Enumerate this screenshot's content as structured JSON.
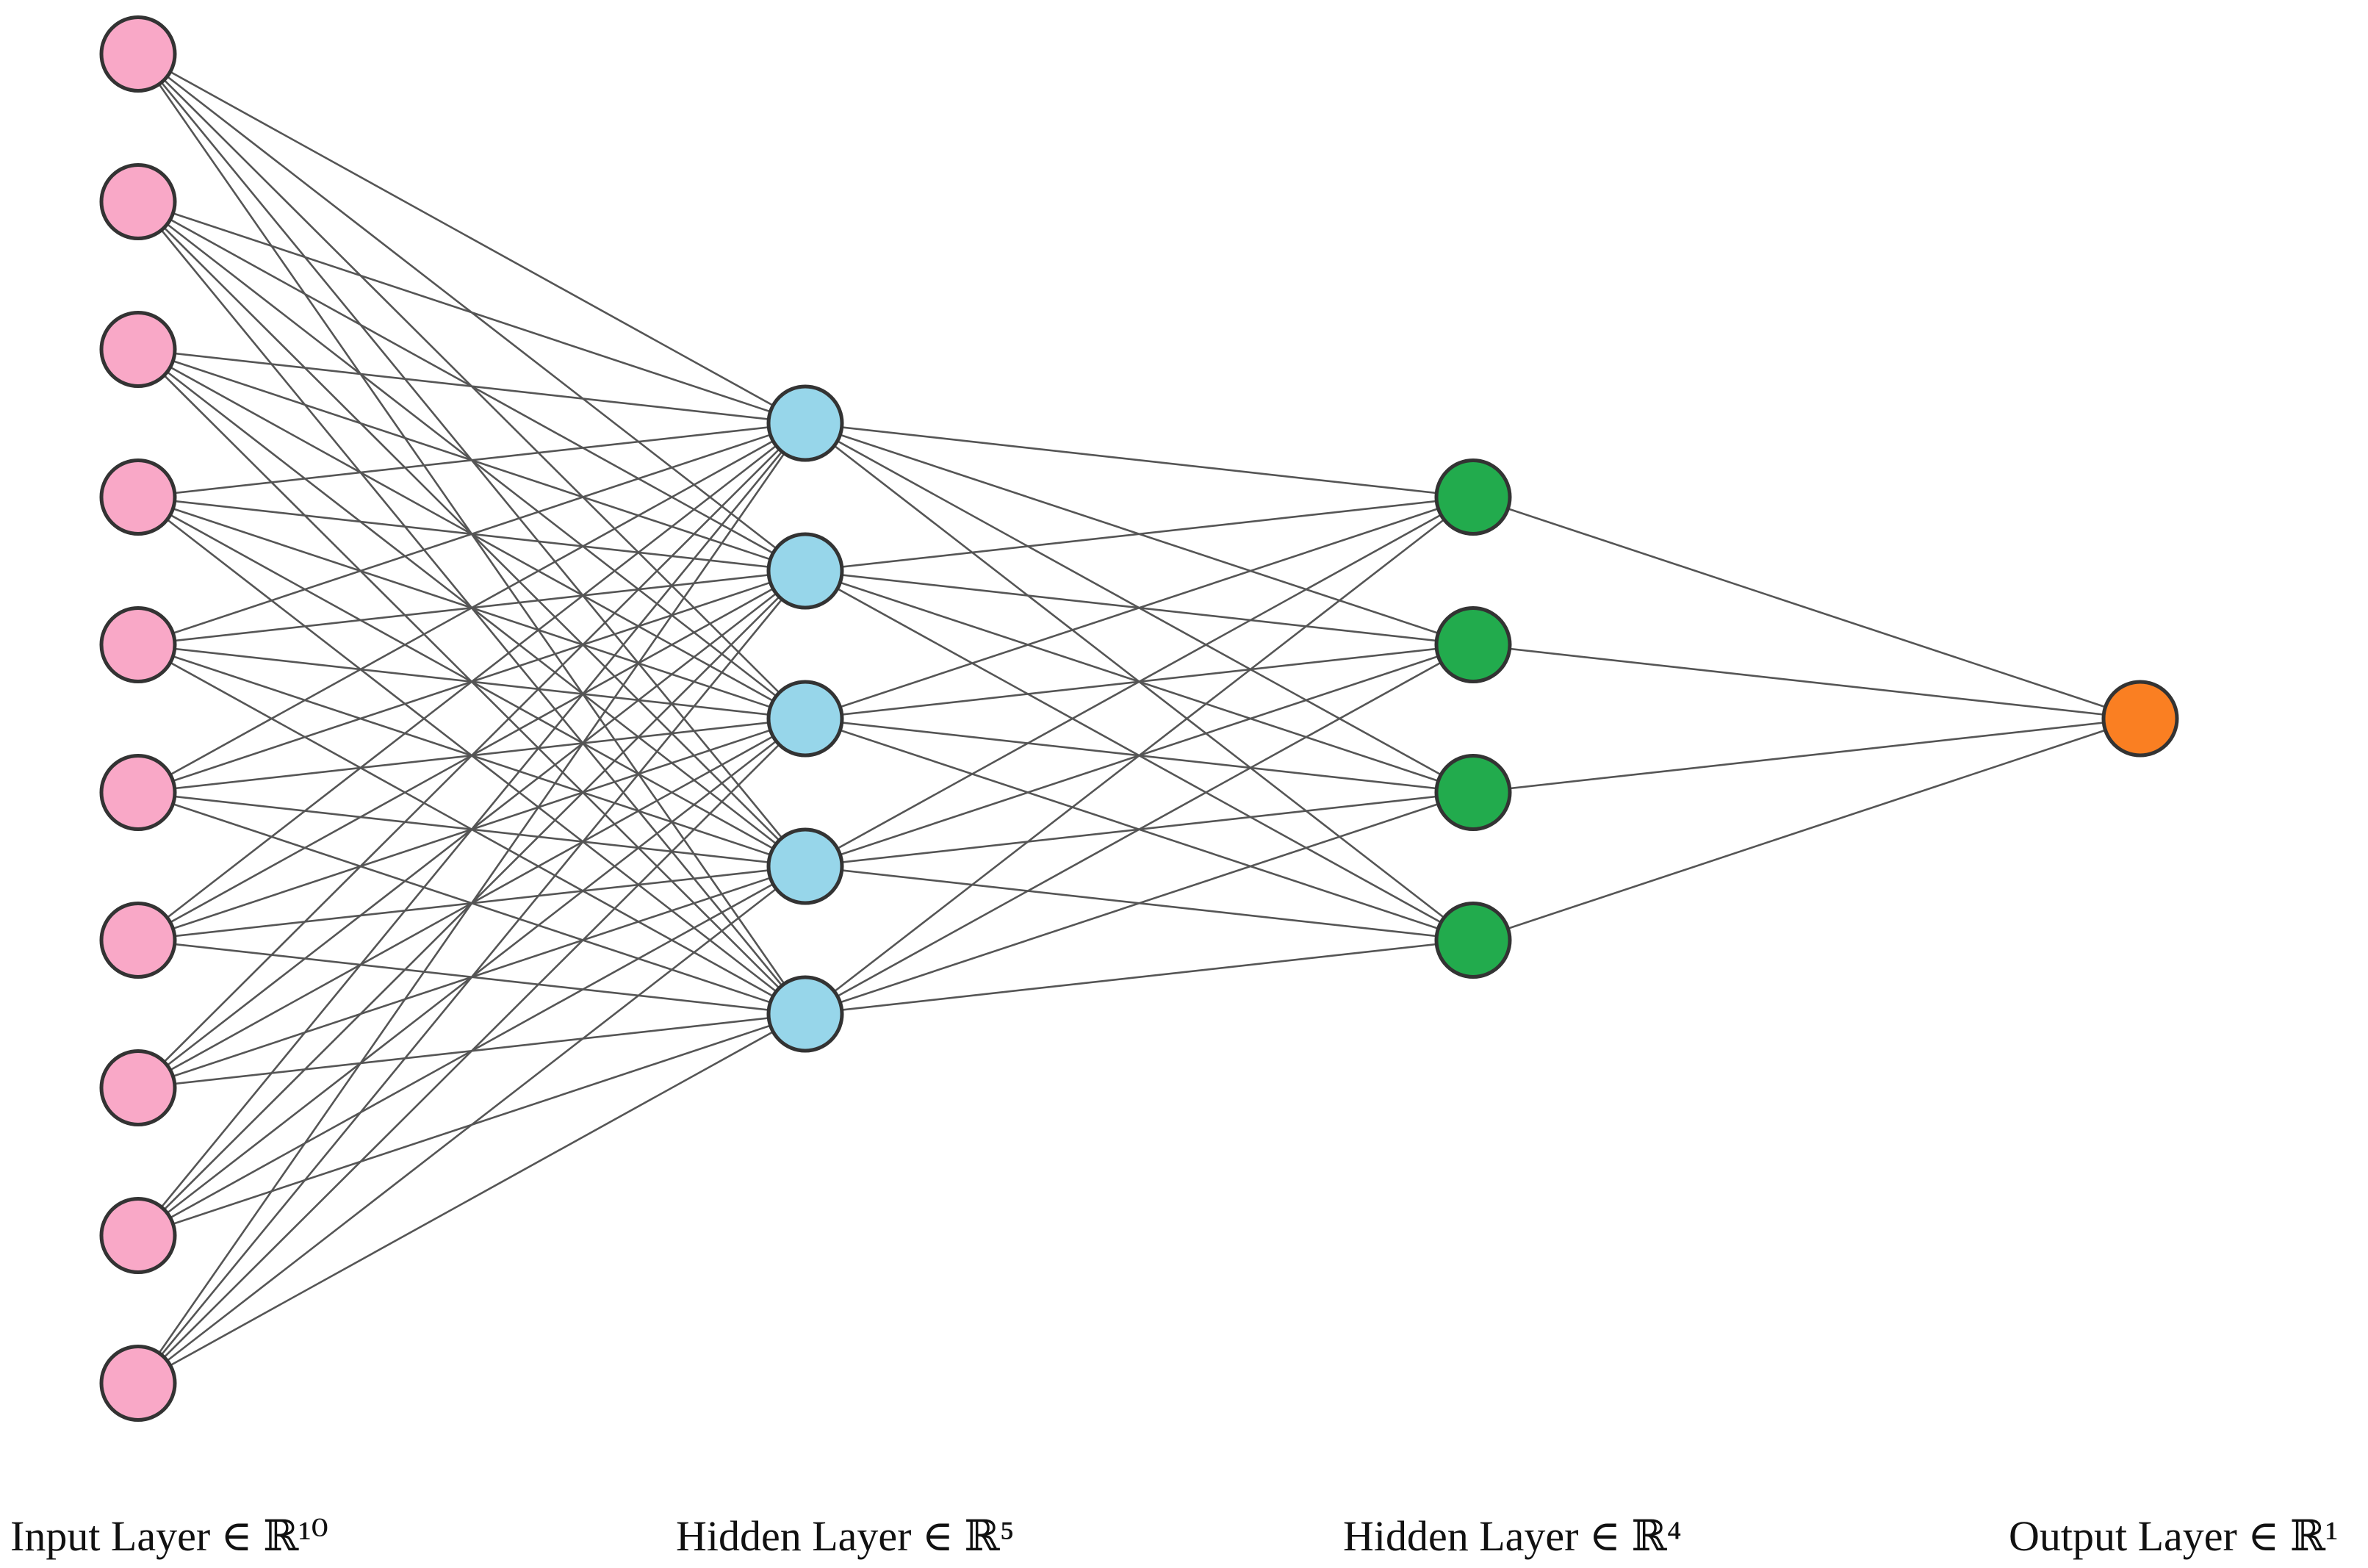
{
  "diagram": {
    "type": "feedforward-neural-network",
    "layers": [
      {
        "label": "Input Layer ∈ ℝ¹⁰",
        "units": 10,
        "color": "#f9a8c7"
      },
      {
        "label": "Hidden Layer ∈ ℝ⁵",
        "units": 5,
        "color": "#97d6ea"
      },
      {
        "label": "Hidden Layer ∈ ℝ⁴",
        "units": 4,
        "color": "#22ab4d"
      },
      {
        "label": "Output Layer ∈ ℝ¹",
        "units": 1,
        "color": "#fa7f22"
      }
    ],
    "connectivity": "fully-connected",
    "edge_color": "#555555",
    "node_stroke": "#333333"
  }
}
